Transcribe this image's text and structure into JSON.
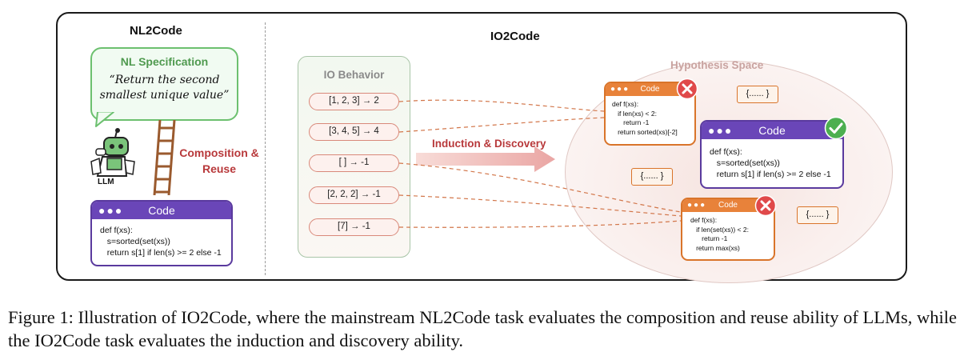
{
  "nl2code": {
    "title": "NL2Code",
    "spec_title": "NL Specification",
    "spec_text": "“Return the second smallest unique value”",
    "composition_label": "Composition & Reuse",
    "llm_label": "LLM",
    "code_card": {
      "title": "Code",
      "dots": "●●●",
      "code": "def f(xs):\n   s=sorted(set(xs))\n   return s[1] if len(s) >= 2 else -1"
    }
  },
  "io2code": {
    "title": "IO2Code",
    "io_title": "IO Behavior",
    "io_examples": [
      "[1, 2, 3] → 2",
      "[3, 4, 5] → 4",
      "[ ] → -1",
      "[2, 2, 2] → -1",
      "[7] → -1"
    ],
    "arrow_label": "Induction & Discovery",
    "hypothesis_title": "Hypothesis Space",
    "wrong_card_1": {
      "title": "Code",
      "dots": "●●●",
      "code": "def f(xs):\n   if len(xs) < 2:\n      return -1\n   return sorted(xs)[-2]"
    },
    "correct_card": {
      "title": "Code",
      "dots": "●●●",
      "code": "def f(xs):\n   s=sorted(set(xs))\n   return s[1] if len(s) >= 2 else -1"
    },
    "wrong_card_2": {
      "title": "Code",
      "dots": "●●●",
      "code": "def f(xs):\n   if len(set(xs)) < 2:\n      return -1\n   return max(xs)"
    },
    "placeholders": [
      "{...... }",
      "{...... }",
      "{...... }"
    ]
  },
  "caption": "Figure 1: Illustration of IO2Code, where the mainstream NL2Code task evaluates the composition and reuse ability of LLMs, while the IO2Code task evaluates the induction and discovery ability.",
  "colors": {
    "purple": "#6a46b8",
    "orange": "#e8823a",
    "green": "#6cc06f",
    "red_label": "#b8393b",
    "wrong_mark": "#e0494a",
    "correct_mark": "#4caf50"
  }
}
